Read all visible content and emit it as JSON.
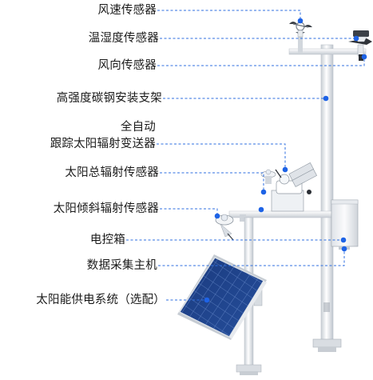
{
  "labels": {
    "wind_speed": "风速传感器",
    "temp_humidity": "温湿度传感器",
    "wind_direction": "风向传感器",
    "bracket": "高强度碳钢安装支架",
    "tracker_line1": "全自动",
    "tracker_line2": "跟踪太阳辐射变送器",
    "total_radiation": "太阳总辐射传感器",
    "tilted_radiation": "太阳倾斜辐射传感器",
    "control_box": "电控箱",
    "data_logger": "数据采集主机",
    "solar_power": "太阳能供电系统（选配）"
  },
  "colors": {
    "leader": "#2f6fe0",
    "dot": "#1e63e6",
    "pole": "#eceff2",
    "pole_edge": "#b9c0c8",
    "panel": "#1e3f86",
    "panel_cell": "#2a56a8",
    "text": "#1b1b1b"
  }
}
